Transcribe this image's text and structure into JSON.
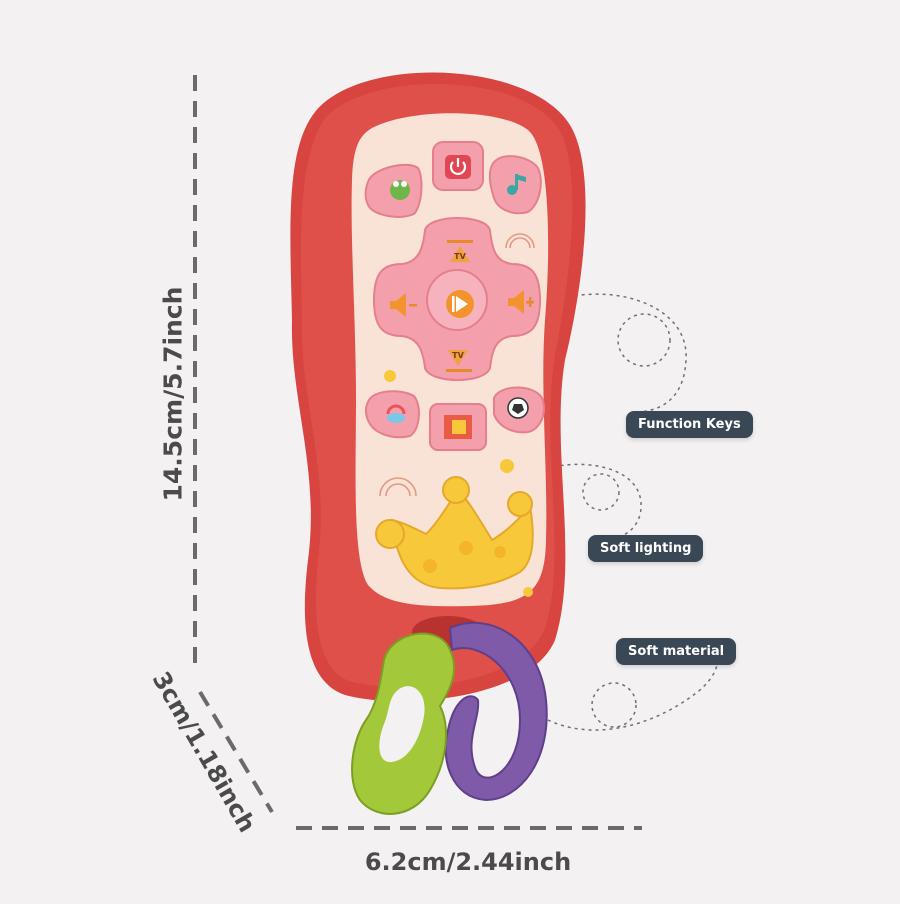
{
  "dimensions": {
    "height_label": "14.5cm/5.7inch",
    "depth_label": "3cm/1.18inch",
    "width_label": "6.2cm/2.44inch"
  },
  "callouts": {
    "function_keys": "Function Keys",
    "soft_lighting": "Soft lighting",
    "soft_material": "Soft material"
  },
  "remote_buttons": {
    "tv_up": "TV",
    "tv_down": "TV"
  },
  "colors": {
    "body_red": "#e0504a",
    "face_cream": "#f8e3d6",
    "button_pink": "#f3a0ac",
    "crown_yellow": "#f7c83a",
    "ring_green": "#a3c83a",
    "ring_purple": "#7e5aa8",
    "callout_bg": "#3a4754",
    "dimension_gray": "#6e6867"
  }
}
